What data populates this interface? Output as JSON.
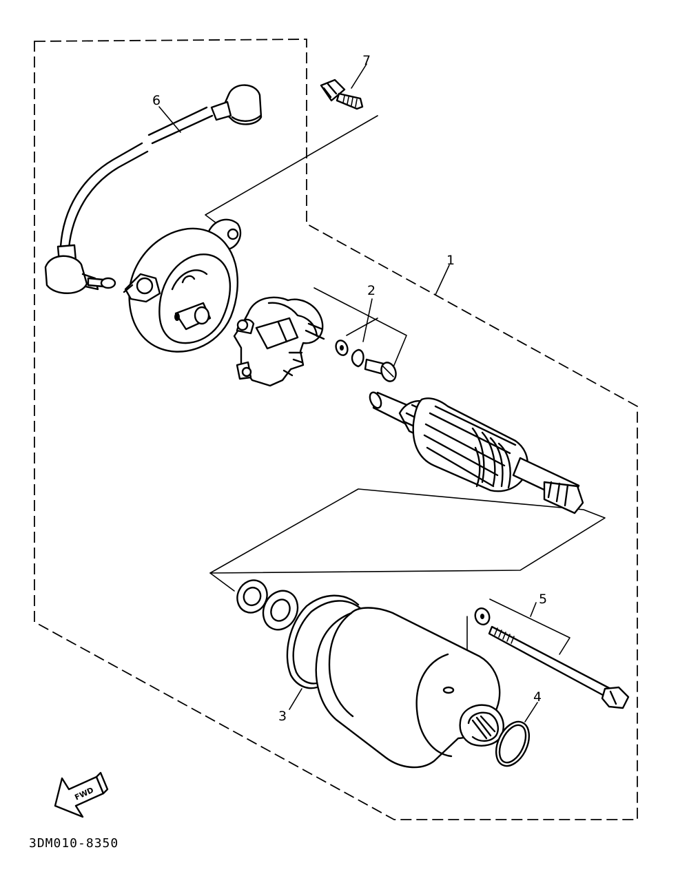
{
  "diagram_code": "3DM010-8350",
  "direction_label": "FWD",
  "callouts": {
    "c1": "1",
    "c2": "2",
    "c3": "3",
    "c4": "4",
    "c5": "5",
    "c6": "6",
    "c7": "7"
  }
}
